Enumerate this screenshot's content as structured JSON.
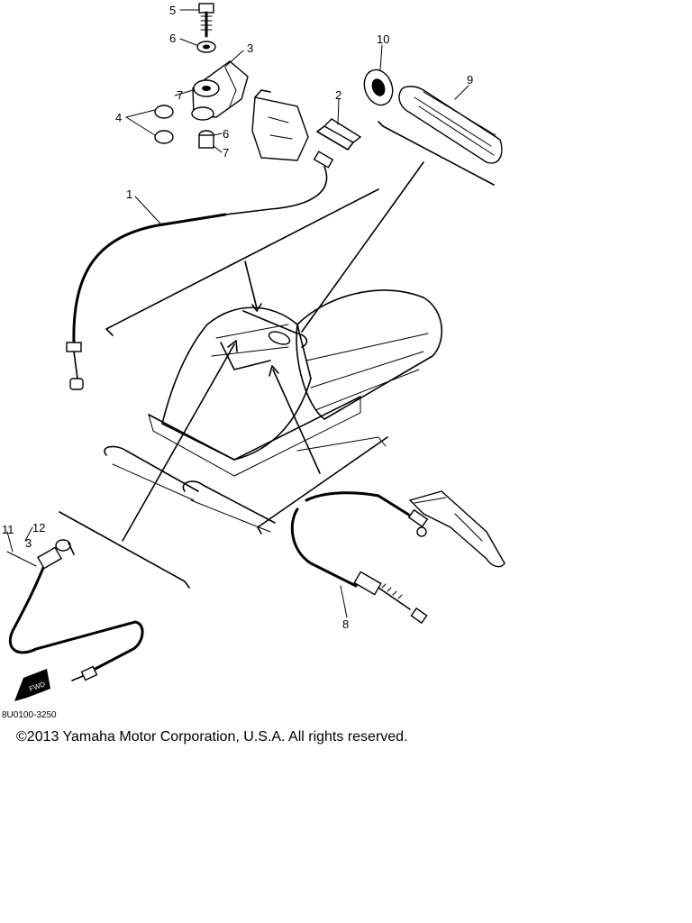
{
  "diagram": {
    "callouts": [
      "1",
      "2",
      "3",
      "4",
      "5",
      "6",
      "6",
      "7",
      "7",
      "8",
      "9",
      "10",
      "11",
      "12",
      "3"
    ],
    "fwd_label": "FWD",
    "drawing_code": "8U0100-3250"
  },
  "footer": {
    "copyright": "©2013 Yamaha Motor Corporation, U.S.A. All rights reserved."
  }
}
